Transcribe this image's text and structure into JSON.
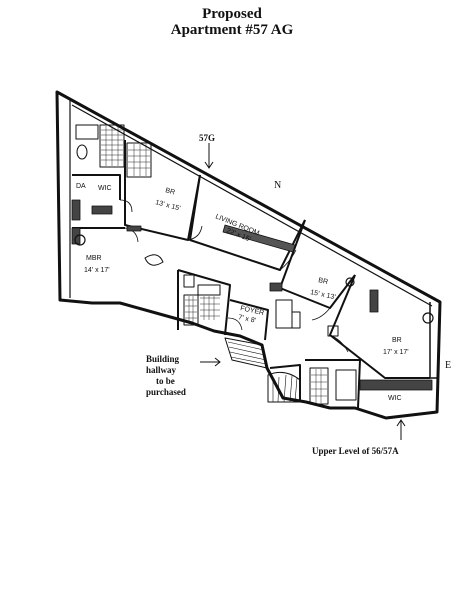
{
  "header": {
    "title_line1": "Proposed",
    "title_line2": "Apartment #57 AG"
  },
  "plan": {
    "unit_marker": "57G",
    "compass_north": "N",
    "compass_east": "E",
    "rooms": {
      "da": "DA",
      "wic_left": "WIC",
      "br1_name": "BR",
      "br1_size": "13' x 15'",
      "living_name": "LIVING ROOM",
      "living_size": "22' x 15'",
      "mbr_name": "MBR",
      "mbr_size": "14' x 17'",
      "foyer_name": "FOYER",
      "foyer_size": "7' x 8'",
      "br2_name": "BR",
      "br2_size": "15' x 13'",
      "br3_name": "BR",
      "br3_size": "17' x 17'",
      "wic_right": "WIC"
    },
    "hallway_note": [
      "Building",
      "hallway",
      "to be",
      "purchased"
    ],
    "upper_level_note": "Upper Level of 56/57A"
  }
}
